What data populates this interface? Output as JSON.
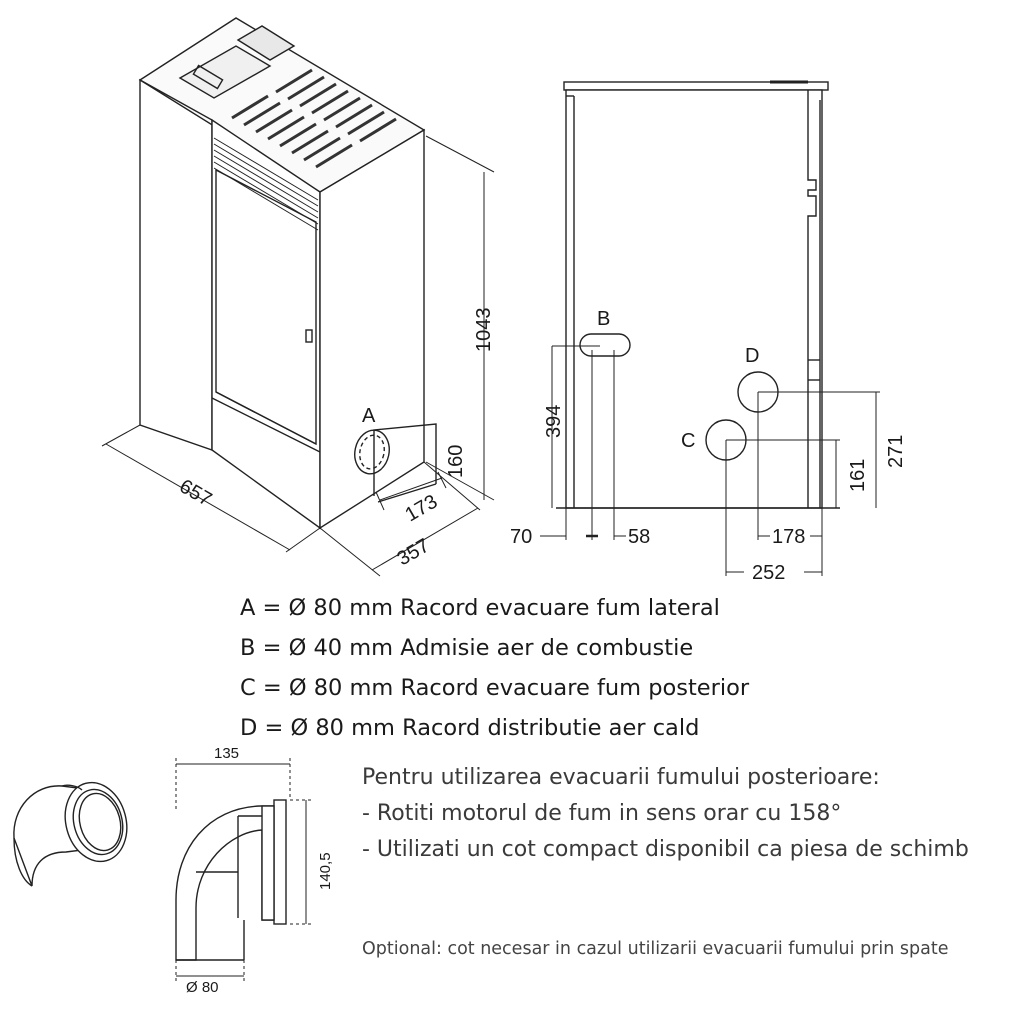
{
  "front_view": {
    "label_a": "A",
    "dim_height": "1043",
    "dim_width": "657",
    "dim_depth": "357",
    "dim_a_height": "160",
    "dim_a_offset": "173"
  },
  "rear_view": {
    "label_b": "B",
    "label_c": "C",
    "label_d": "D",
    "dim_b_height": "394",
    "dim_d_height": "271",
    "dim_c_height": "161",
    "dim_left": "70",
    "dim_b_x": "58",
    "dim_d_x": "178",
    "dim_c_x": "252"
  },
  "legend": [
    "A = Ø 80 mm Racord evacuare fum lateral",
    "B = Ø 40 mm Admisie aer de combustie",
    "C = Ø 80 mm Racord evacuare fum posterior",
    "D = Ø 80 mm Racord distributie aer cald"
  ],
  "elbow": {
    "dim_width": "135",
    "dim_height": "140,5",
    "dim_diameter": "Ø 80"
  },
  "instructions": {
    "title": "Pentru utilizarea evacuarii fumului posterioare:",
    "step1": "- Rotiti motorul de fum in sens orar cu 158°",
    "step2": "- Utilizati un cot compact disponibil ca piesa de schimb",
    "optional": "Optional: cot necesar in cazul utilizarii evacuarii fumului prin spate"
  }
}
